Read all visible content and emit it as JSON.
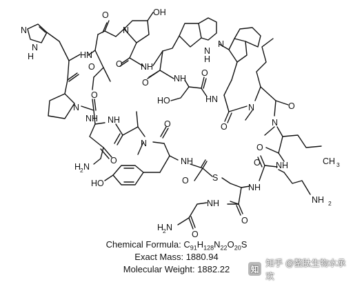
{
  "atom_labels": {
    "oh_top": "OH",
    "o": "O",
    "n": "N",
    "nh": "NH",
    "hn": "HN",
    "h": "H",
    "nh2": "NH",
    "nh2_sub": "2",
    "ho": "HO",
    "s": "S",
    "ch3": "CH",
    "ch3_sub": "3",
    "h2n": "H",
    "h2n_sub": "2",
    "h2n_n": "N"
  },
  "formula": {
    "label": "Chemical Formula: ",
    "parts": [
      {
        "t": "C",
        "s": "91"
      },
      {
        "t": "H",
        "s": "128"
      },
      {
        "t": "N",
        "s": "22"
      },
      {
        "t": "O",
        "s": "20"
      },
      {
        "t": "S",
        "s": ""
      }
    ]
  },
  "exact_mass": "Exact Mass: 1880.94",
  "molecular_weight": "Molecular Weight: 1882.22",
  "watermark": {
    "logo": "知",
    "text": "知乎 @螯肽生物水承欢"
  }
}
